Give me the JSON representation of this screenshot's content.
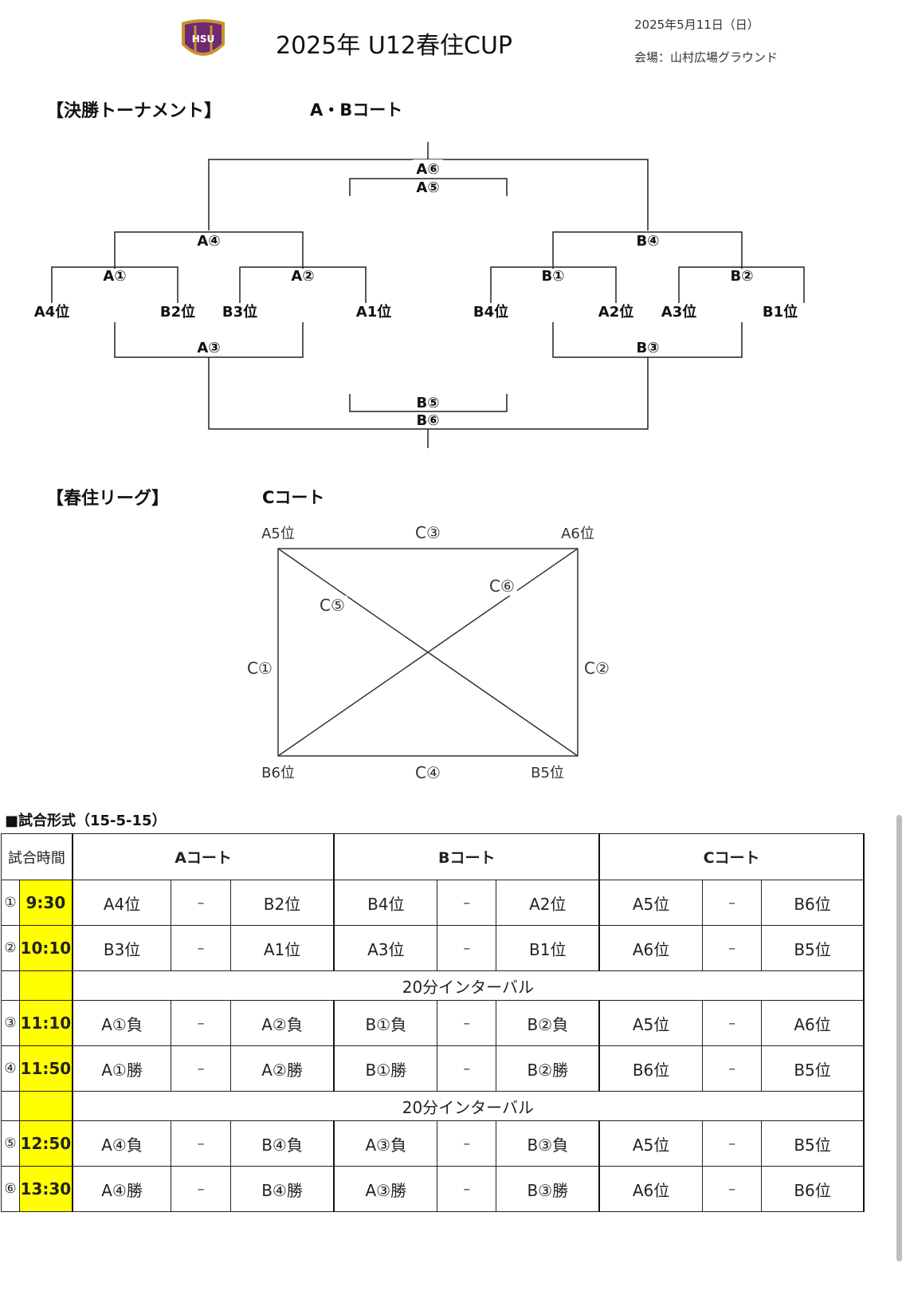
{
  "header": {
    "title": "2025年  U12春住CUP",
    "date": "2025年5月11日（日）",
    "venue": "会場：山村広場グラウンド",
    "logo_text": "HSU"
  },
  "tournament": {
    "heading": "【決勝トーナメント】",
    "court": "A・Bコート",
    "labels": {
      "a6": "A⑥",
      "a5": "A⑤",
      "a4": "A④",
      "b4": "B④",
      "a1": "A①",
      "a2": "A②",
      "b1": "B①",
      "b2": "B②",
      "a3": "A③",
      "b3": "B③",
      "b5": "B⑤",
      "b6": "B⑥"
    },
    "teams": [
      "A4位",
      "B2位",
      "B3位",
      "A1位",
      "B4位",
      "A2位",
      "A3位",
      "B1位"
    ]
  },
  "league": {
    "heading": "【春住リーグ】",
    "court": "Cコート",
    "corners": {
      "tl": "A5位",
      "tr": "A6位",
      "bl": "B6位",
      "br": "B5位"
    },
    "matches": {
      "c1": "C①",
      "c2": "C②",
      "c3": "C③",
      "c4": "C④",
      "c5": "C⑤",
      "c6": "C⑥"
    }
  },
  "schedule": {
    "title": "■試合形式（15-5-15）",
    "headers": {
      "time": "試合時間",
      "a": "Aコート",
      "b": "Bコート",
      "c": "Cコート"
    },
    "dash": "–",
    "interval_label": "20分インターバル",
    "rows": [
      {
        "no": "①",
        "time": "9:30",
        "a": [
          "A4位",
          "B2位"
        ],
        "b": [
          "B4位",
          "A2位"
        ],
        "c": [
          "A5位",
          "B6位"
        ]
      },
      {
        "no": "②",
        "time": "10:10",
        "a": [
          "B3位",
          "A1位"
        ],
        "b": [
          "A3位",
          "B1位"
        ],
        "c": [
          "A6位",
          "B5位"
        ]
      },
      {
        "no": "③",
        "time": "11:10",
        "a": [
          "A①負",
          "A②負"
        ],
        "b": [
          "B①負",
          "B②負"
        ],
        "c": [
          "A5位",
          "A6位"
        ]
      },
      {
        "no": "④",
        "time": "11:50",
        "a": [
          "A①勝",
          "A②勝"
        ],
        "b": [
          "B①勝",
          "B②勝"
        ],
        "c": [
          "B6位",
          "B5位"
        ]
      },
      {
        "no": "⑤",
        "time": "12:50",
        "a": [
          "A④負",
          "B④負"
        ],
        "b": [
          "A③負",
          "B③負"
        ],
        "c": [
          "A5位",
          "B5位"
        ]
      },
      {
        "no": "⑥",
        "time": "13:30",
        "a": [
          "A④勝",
          "B④勝"
        ],
        "b": [
          "A③勝",
          "B③勝"
        ],
        "c": [
          "A6位",
          "B6位"
        ]
      }
    ]
  },
  "colors": {
    "time_highlight": "#ffff00",
    "logo_purple": "#6e2a73",
    "logo_gold": "#c8932f"
  }
}
